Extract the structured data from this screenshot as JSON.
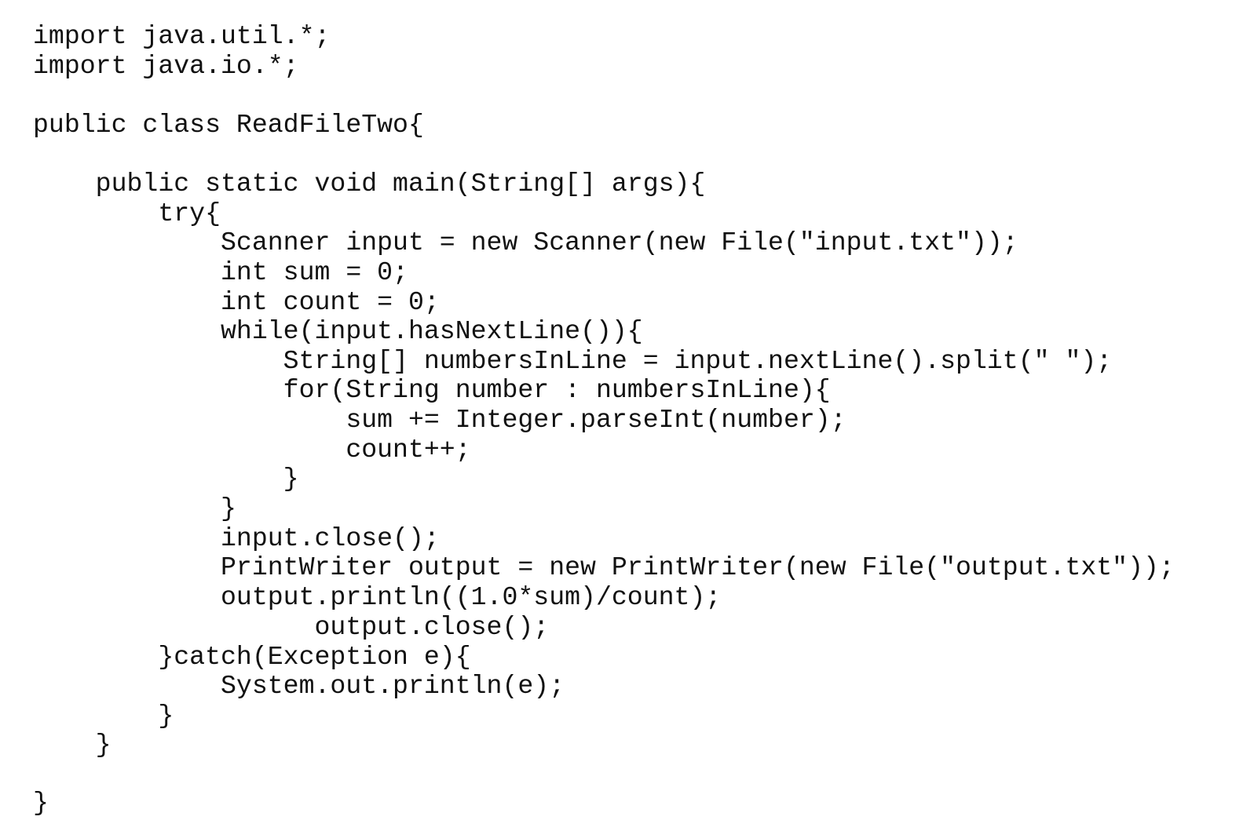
{
  "document": {
    "language": "java",
    "lines": [
      "import java.util.*;",
      "import java.io.*;",
      "",
      "public class ReadFileTwo{",
      "",
      "    public static void main(String[] args){",
      "        try{",
      "            Scanner input = new Scanner(new File(\"input.txt\"));",
      "            int sum = 0;",
      "            int count = 0;",
      "            while(input.hasNextLine()){",
      "                String[] numbersInLine = input.nextLine().split(\" \");",
      "                for(String number : numbersInLine){",
      "                    sum += Integer.parseInt(number);",
      "                    count++;",
      "                }",
      "            }",
      "            input.close();",
      "            PrintWriter output = new PrintWriter(new File(\"output.txt\"));",
      "            output.println((1.0*sum)/count);",
      "                  output.close();",
      "        }catch(Exception e){",
      "            System.out.println(e);",
      "        }",
      "    }",
      "",
      "}"
    ]
  }
}
